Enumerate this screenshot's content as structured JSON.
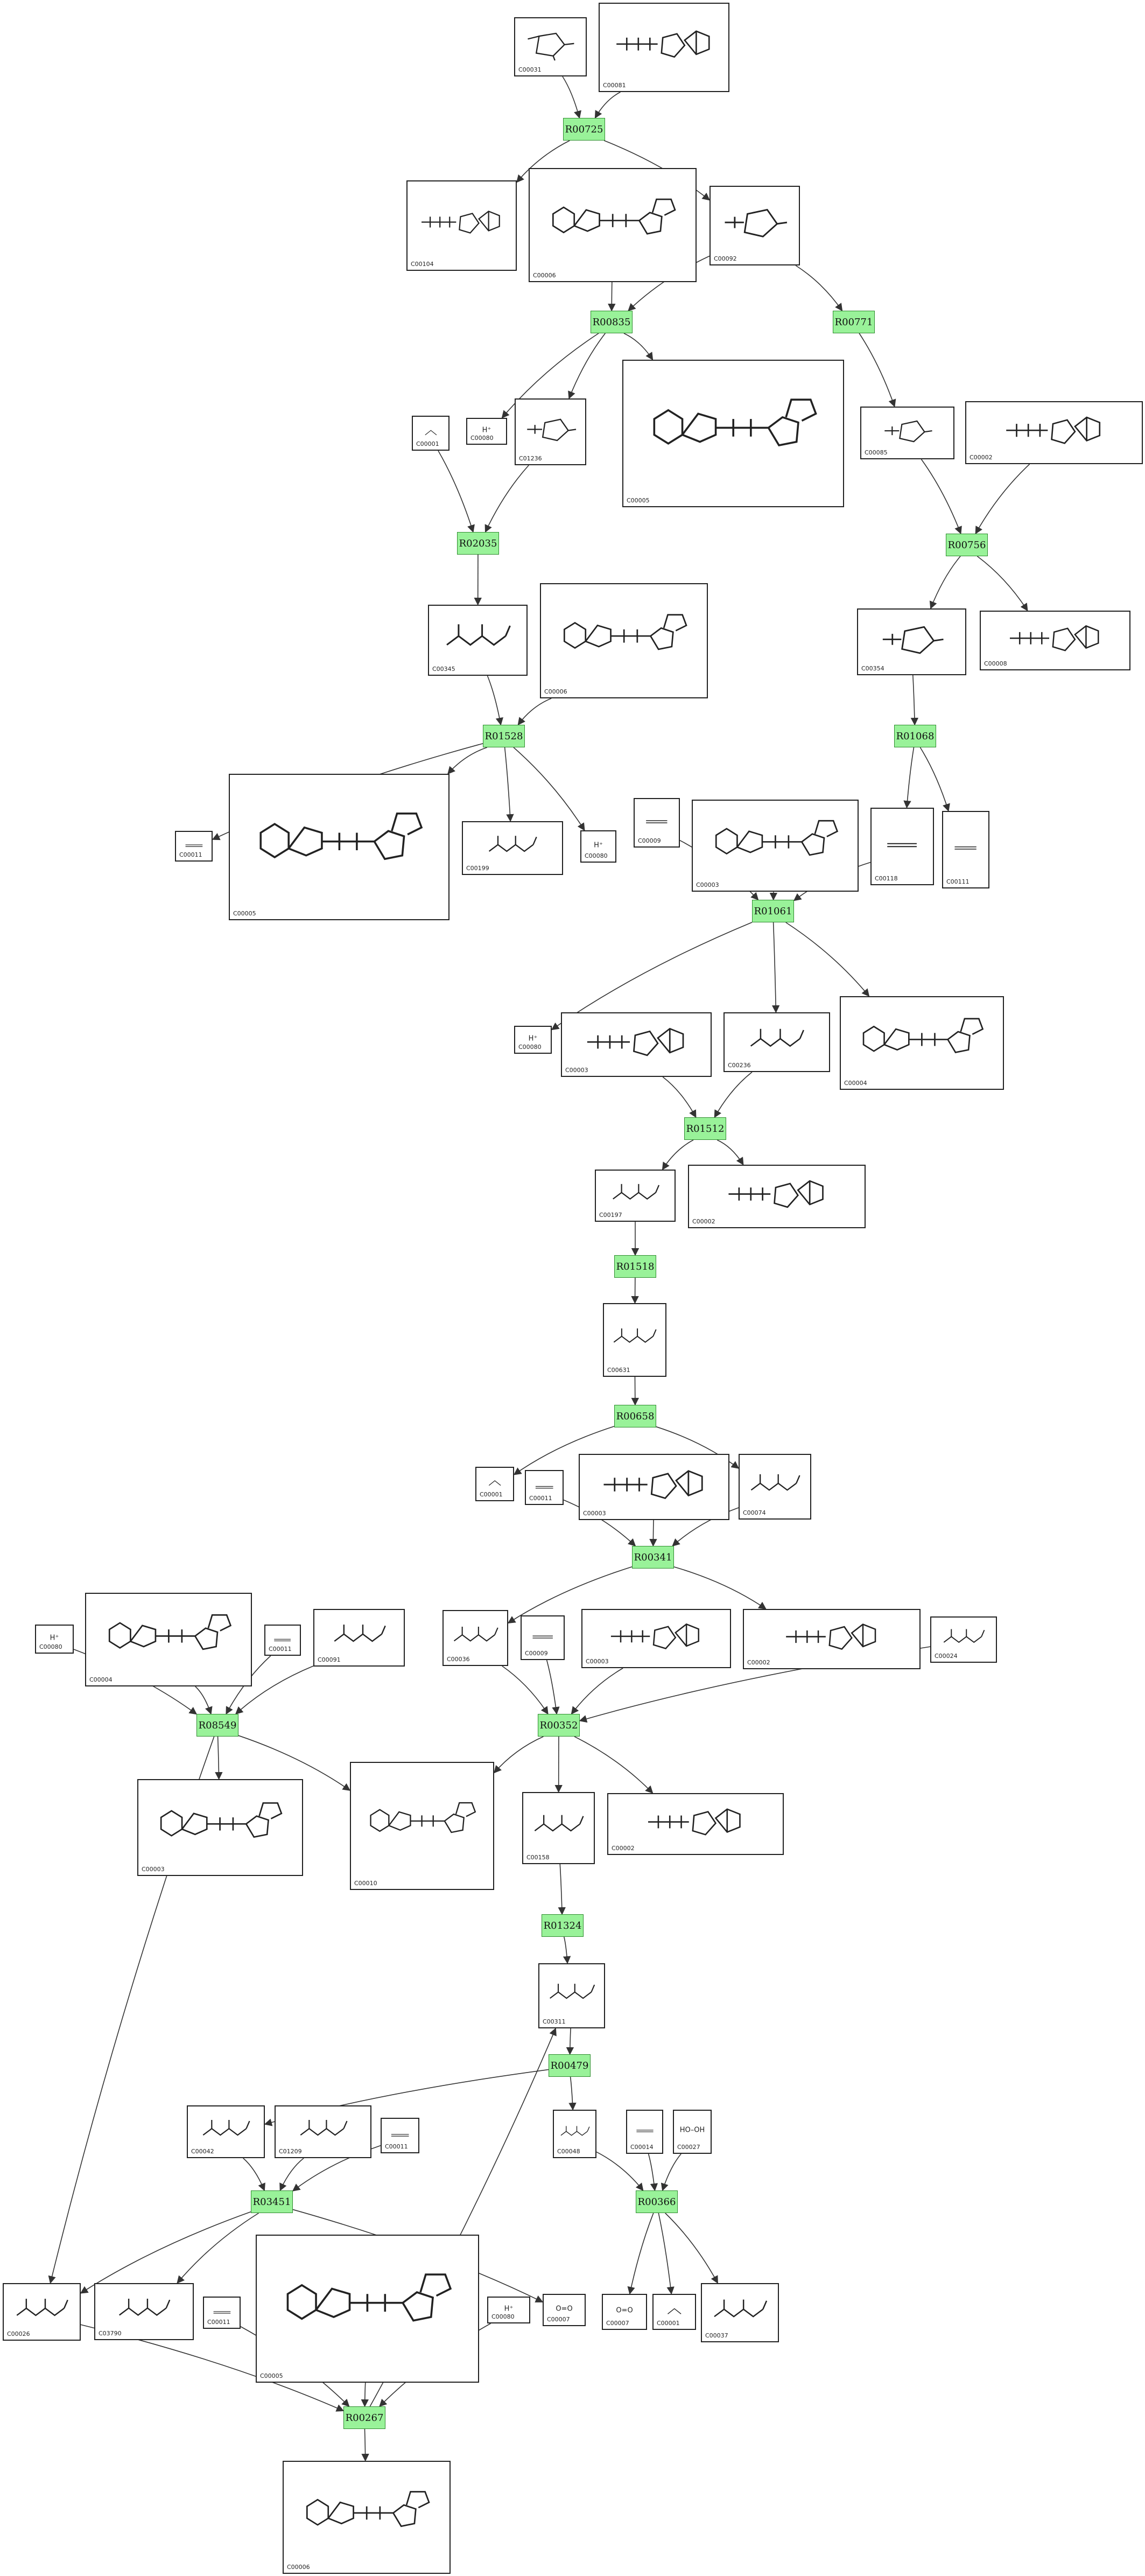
{
  "reactions": [
    {
      "id": "R00725",
      "label": "R00725"
    },
    {
      "id": "R00835",
      "label": "R00835"
    },
    {
      "id": "R00771",
      "label": "R00771"
    },
    {
      "id": "R02035",
      "label": "R02035"
    },
    {
      "id": "R00756",
      "label": "R00756"
    },
    {
      "id": "R01528",
      "label": "R01528"
    },
    {
      "id": "R01068",
      "label": "R01068"
    },
    {
      "id": "R01061",
      "label": "R01061"
    },
    {
      "id": "R01512",
      "label": "R01512"
    },
    {
      "id": "R01518",
      "label": "R01518"
    },
    {
      "id": "R00658",
      "label": "R00658"
    },
    {
      "id": "R00341",
      "label": "R00341"
    },
    {
      "id": "R08549",
      "label": "R08549"
    },
    {
      "id": "R00352",
      "label": "R00352"
    },
    {
      "id": "R01324",
      "label": "R01324"
    },
    {
      "id": "R00479",
      "label": "R00479"
    },
    {
      "id": "R03451",
      "label": "R03451"
    },
    {
      "id": "R00366",
      "label": "R00366"
    },
    {
      "id": "R00267",
      "label": "R00267"
    }
  ],
  "compounds": [
    {
      "key": "c1",
      "id": "C00031"
    },
    {
      "key": "c2",
      "id": "C00081"
    },
    {
      "key": "c3",
      "id": "C00104"
    },
    {
      "key": "c4",
      "id": "C00006"
    },
    {
      "key": "c5",
      "id": "C00092"
    },
    {
      "key": "c6",
      "id": "C00080",
      "formula": "H⁺"
    },
    {
      "key": "c7",
      "id": "C01236"
    },
    {
      "key": "c8",
      "id": "C00005"
    },
    {
      "key": "c9",
      "id": "C00001"
    },
    {
      "key": "c10",
      "id": "C00085"
    },
    {
      "key": "c11",
      "id": "C00002"
    },
    {
      "key": "c12",
      "id": "C00345"
    },
    {
      "key": "c13",
      "id": "C00006"
    },
    {
      "key": "c14",
      "id": "C00354"
    },
    {
      "key": "c15",
      "id": "C00008"
    },
    {
      "key": "c16",
      "id": "C00011"
    },
    {
      "key": "c17",
      "id": "C00005"
    },
    {
      "key": "c18",
      "id": "C00199"
    },
    {
      "key": "c19",
      "id": "C00080",
      "formula": "H⁺"
    },
    {
      "key": "c20",
      "id": "C00009"
    },
    {
      "key": "c21",
      "id": "C00003"
    },
    {
      "key": "c22",
      "id": "C00118"
    },
    {
      "key": "c23",
      "id": "C00111"
    },
    {
      "key": "c24",
      "id": "C00080",
      "formula": "H⁺"
    },
    {
      "key": "c25",
      "id": "C00003"
    },
    {
      "key": "c26",
      "id": "C00236"
    },
    {
      "key": "c27",
      "id": "C00004"
    },
    {
      "key": "c28",
      "id": "C00197"
    },
    {
      "key": "c29",
      "id": "C00002"
    },
    {
      "key": "c30",
      "id": "C00631"
    },
    {
      "key": "c31",
      "id": "C00001"
    },
    {
      "key": "c32",
      "id": "C00011"
    },
    {
      "key": "c33",
      "id": "C00003"
    },
    {
      "key": "c34",
      "id": "C00074"
    },
    {
      "key": "c35",
      "id": "C00080",
      "formula": "H⁺"
    },
    {
      "key": "c36",
      "id": "C00004"
    },
    {
      "key": "c37",
      "id": "C00011"
    },
    {
      "key": "c38",
      "id": "C00091"
    },
    {
      "key": "c39",
      "id": "C00036"
    },
    {
      "key": "c40",
      "id": "C00009"
    },
    {
      "key": "c41",
      "id": "C00003"
    },
    {
      "key": "c42",
      "id": "C00002"
    },
    {
      "key": "c43",
      "id": "C00024"
    },
    {
      "key": "c44",
      "id": "C00003"
    },
    {
      "key": "c45",
      "id": "C00010"
    },
    {
      "key": "c46",
      "id": "C00158"
    },
    {
      "key": "c47",
      "id": "C00002"
    },
    {
      "key": "c48",
      "id": "C00311"
    },
    {
      "key": "c49",
      "id": "C00042"
    },
    {
      "key": "c50",
      "id": "C01209"
    },
    {
      "key": "c51",
      "id": "C00011"
    },
    {
      "key": "c52",
      "id": "C00048"
    },
    {
      "key": "c53",
      "id": "C00014"
    },
    {
      "key": "c54",
      "id": "C00027",
      "formula": "HO–OH"
    },
    {
      "key": "c55",
      "id": "C00026"
    },
    {
      "key": "c56",
      "id": "C03790"
    },
    {
      "key": "c57",
      "id": "C00011"
    },
    {
      "key": "c58",
      "id": "C00005"
    },
    {
      "key": "c59",
      "id": "C00080",
      "formula": "H⁺"
    },
    {
      "key": "c60",
      "id": "C00007",
      "formula": "O=O"
    },
    {
      "key": "c61",
      "id": "C00007",
      "formula": "O=O"
    },
    {
      "key": "c62",
      "id": "C00001"
    },
    {
      "key": "c63",
      "id": "C00037"
    },
    {
      "key": "c64",
      "id": "C00006"
    }
  ],
  "colors": {
    "reaction_fill": "#99f299",
    "reaction_border": "#2e8b2e",
    "compound_border": "#222222",
    "edge": "#333333"
  }
}
